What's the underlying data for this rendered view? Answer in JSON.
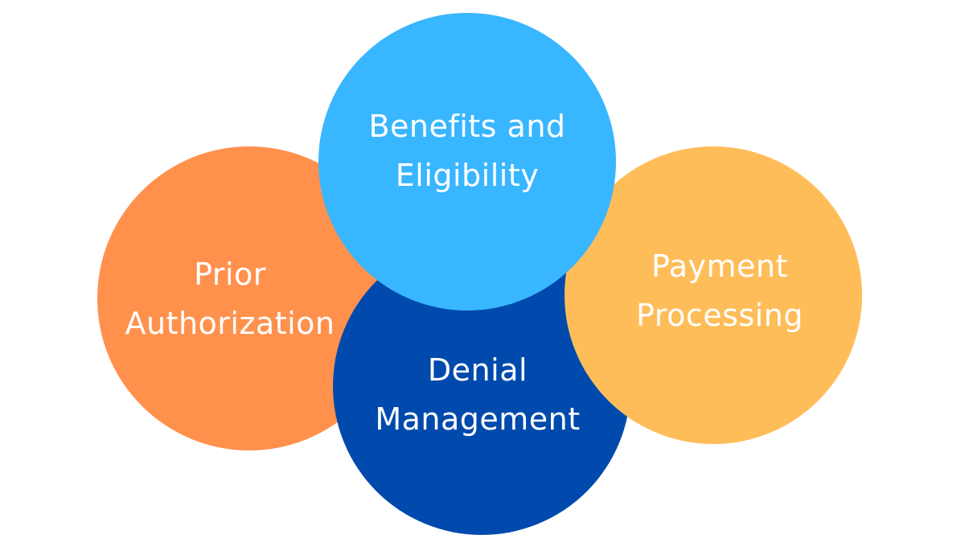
{
  "diagram": {
    "nodes": [
      {
        "id": "prior",
        "lines": [
          "Prior",
          "Authorization"
        ],
        "color": "#FF914D"
      },
      {
        "id": "denial",
        "lines": [
          "Denial",
          "Management"
        ],
        "color": "#004AAD"
      },
      {
        "id": "payment",
        "lines": [
          "Payment",
          "Processing"
        ],
        "color": "#FFBD59"
      },
      {
        "id": "benefits",
        "lines": [
          "Benefits and",
          "Eligibility"
        ],
        "color": "#38B6FF"
      }
    ]
  }
}
